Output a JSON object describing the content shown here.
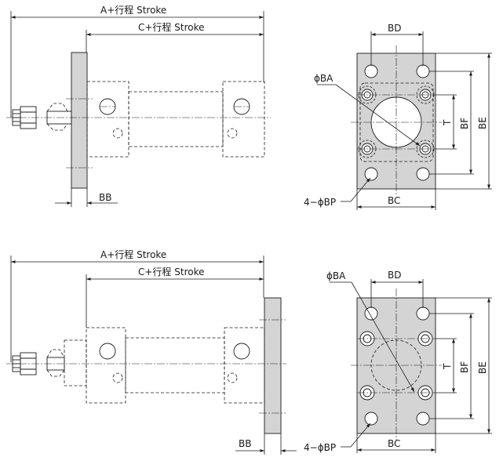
{
  "labels": {
    "a_stroke": "A+行程 Stroke",
    "c_stroke": "C+行程 Stroke",
    "bb": "BB",
    "bd": "BD",
    "bc": "BC",
    "ba": "ϕBA",
    "bp": "4−ϕBP",
    "t": "T",
    "bf": "BF",
    "be": "BE"
  },
  "colors": {
    "line": "#1a1a1a",
    "flange_fill": "#d4d4d4",
    "background": "#ffffff"
  }
}
